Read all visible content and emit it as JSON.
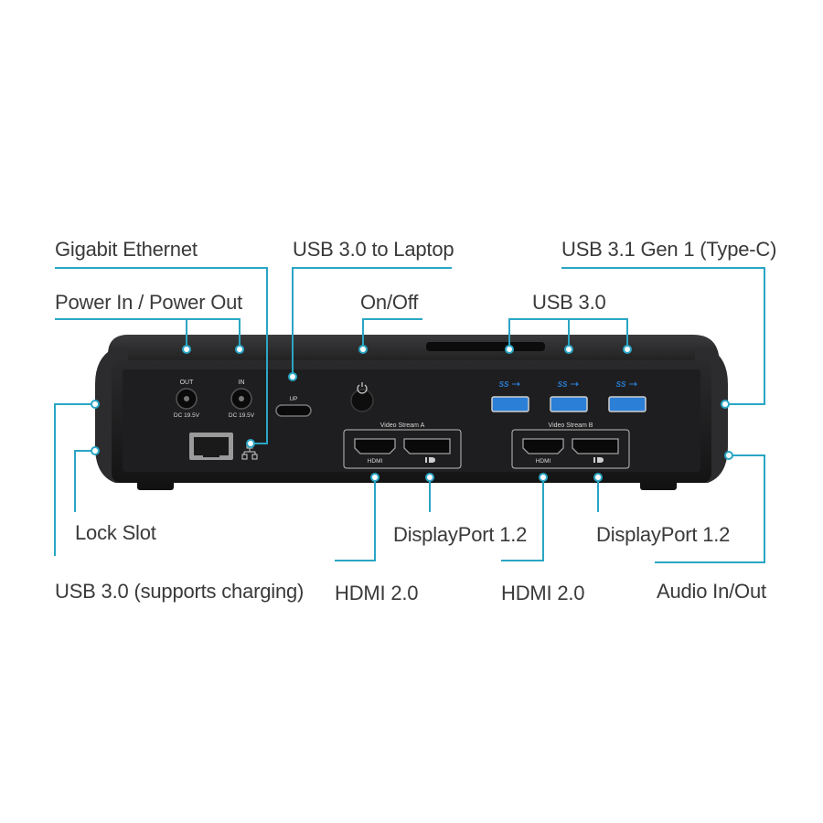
{
  "callouts": {
    "gigabit_ethernet": "Gigabit Ethernet",
    "usb30_to_laptop": "USB 3.0 to Laptop",
    "usb31_type_c": "USB 3.1 Gen 1 (Type-C)",
    "power_in_out": "Power In / Power Out",
    "on_off": "On/Off",
    "usb30": "USB 3.0",
    "lock_slot": "Lock Slot",
    "displayport_a": "DisplayPort 1.2",
    "displayport_b": "DisplayPort 1.2",
    "usb30_charging": "USB 3.0 (supports charging)",
    "hdmi_a": "HDMI 2.0",
    "hdmi_b": "HDMI 2.0",
    "audio_in_out": "Audio In/Out"
  },
  "device_labels": {
    "out": "OUT",
    "in": "IN",
    "dc_out": "DC 19.5V",
    "dc_in": "DC 19.5V",
    "up": "UP",
    "video_stream_a": "Video Stream A",
    "video_stream_b": "Video Stream B",
    "hdmi_a": "HDMI",
    "hdmi_b": "HDMI",
    "ss_1": "SS",
    "ss_2": "SS",
    "ss_3": "SS"
  },
  "colors": {
    "leader_line": "#2aa6c4",
    "text": "#3a3a3a",
    "dock_body": "#1b1b1d",
    "usb_blue": "#2b7fd6"
  }
}
